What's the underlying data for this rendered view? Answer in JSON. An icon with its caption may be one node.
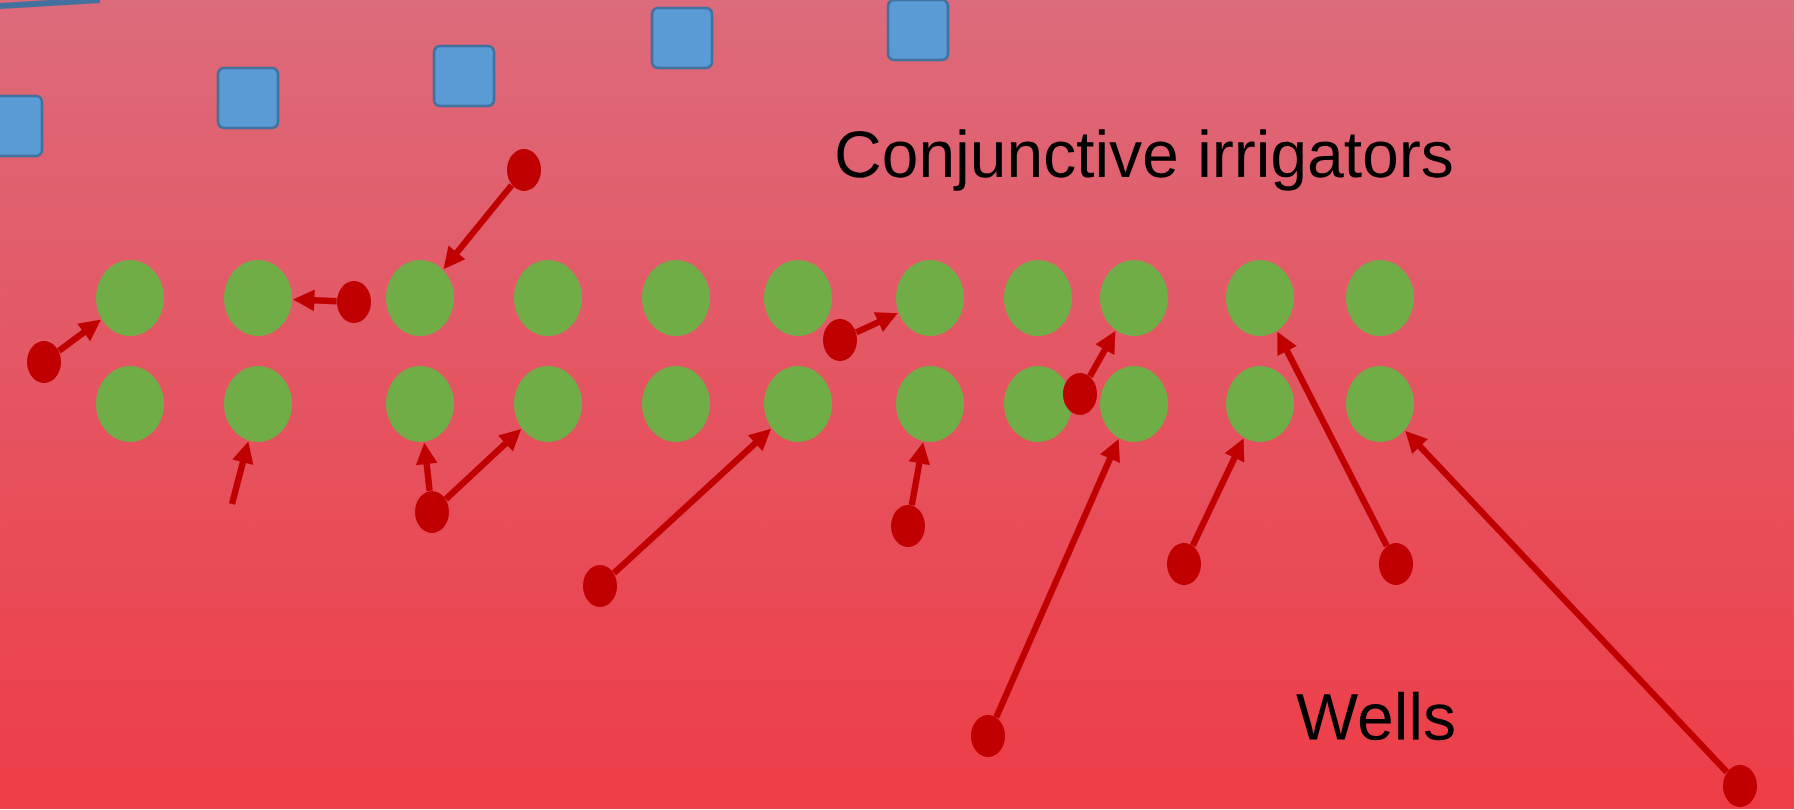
{
  "diagram": {
    "nodes": [
      {
        "text": [],
        "shape": "box"
      },
      {
        "text": [],
        "shape": "box"
      },
      {
        "text": [],
        "shape": "box"
      },
      {
        "text": [],
        "shape": "box"
      },
      {
        "text": [],
        "shape": "box"
      },
      {
        "text": [],
        "shape": "circle"
      },
      {
        "text": [],
        "shape": "circle"
      },
      {
        "text": [],
        "shape": "circle"
      },
      {
        "text": [],
        "shape": "circle"
      },
      {
        "text": [],
        "shape": "circle"
      },
      {
        "text": [],
        "shape": "circle"
      },
      {
        "text": [],
        "shape": "circle"
      },
      {
        "text": [],
        "shape": "circle"
      },
      {
        "text": [],
        "shape": "circle"
      },
      {
        "text": [],
        "shape": "circle"
      },
      {
        "text": [],
        "shape": "circle"
      },
      {
        "text": [],
        "shape": "circle"
      },
      {
        "text": [],
        "shape": "circle"
      },
      {
        "text": [],
        "shape": "circle"
      },
      {
        "text": [],
        "shape": "circle"
      },
      {
        "text": [],
        "shape": "circle"
      },
      {
        "text": [],
        "shape": "circle"
      },
      {
        "text": [],
        "shape": "circle"
      },
      {
        "text": [],
        "shape": "circle"
      },
      {
        "text": [],
        "shape": "circle"
      },
      {
        "text": [],
        "shape": "circle"
      },
      {
        "text": [],
        "shape": "circle"
      },
      {
        "text": [],
        "shape": "circle"
      },
      {
        "text": [],
        "shape": "circle"
      },
      {
        "text": [],
        "shape": "circle"
      },
      {
        "text": [],
        "shape": "circle"
      },
      {
        "text": [],
        "shape": "circle"
      },
      {
        "text": [],
        "shape": "circle"
      },
      {
        "text": [],
        "shape": "circle"
      },
      {
        "text": [],
        "shape": "circle"
      },
      {
        "text": [],
        "shape": "circle"
      },
      {
        "text": [],
        "shape": "circle"
      },
      {
        "text": [],
        "shape": "circle"
      },
      {
        "text": [],
        "shape": "circle"
      }
    ],
    "edges": [
      {
        "from": 27,
        "to": 5,
        "arrow": "to"
      },
      {
        "from": 28,
        "to": 6,
        "arrow": "to"
      },
      {
        "from": 29,
        "to": 7,
        "arrow": "to"
      },
      {
        "from": 30,
        "to": 11,
        "arrow": "to"
      },
      {
        "from": 31,
        "to": 13,
        "arrow": "to"
      },
      {
        "from": 32,
        "to": 14,
        "arrow": "to"
      },
      {
        "from": null,
        "to": 17,
        "arrow": "to"
      },
      {
        "from": 33,
        "to": 18,
        "arrow": "to"
      },
      {
        "from": 33,
        "to": 19,
        "arrow": "to"
      },
      {
        "from": 34,
        "to": 21,
        "arrow": "to"
      },
      {
        "from": 35,
        "to": 22,
        "arrow": "to"
      },
      {
        "from": 36,
        "to": 24,
        "arrow": "to"
      },
      {
        "from": 37,
        "to": 25,
        "arrow": "to"
      },
      {
        "from": 38,
        "to": 26,
        "arrow": "to"
      }
    ],
    "labels": [
      "Conjunctive irrigators",
      "Wells"
    ]
  }
}
